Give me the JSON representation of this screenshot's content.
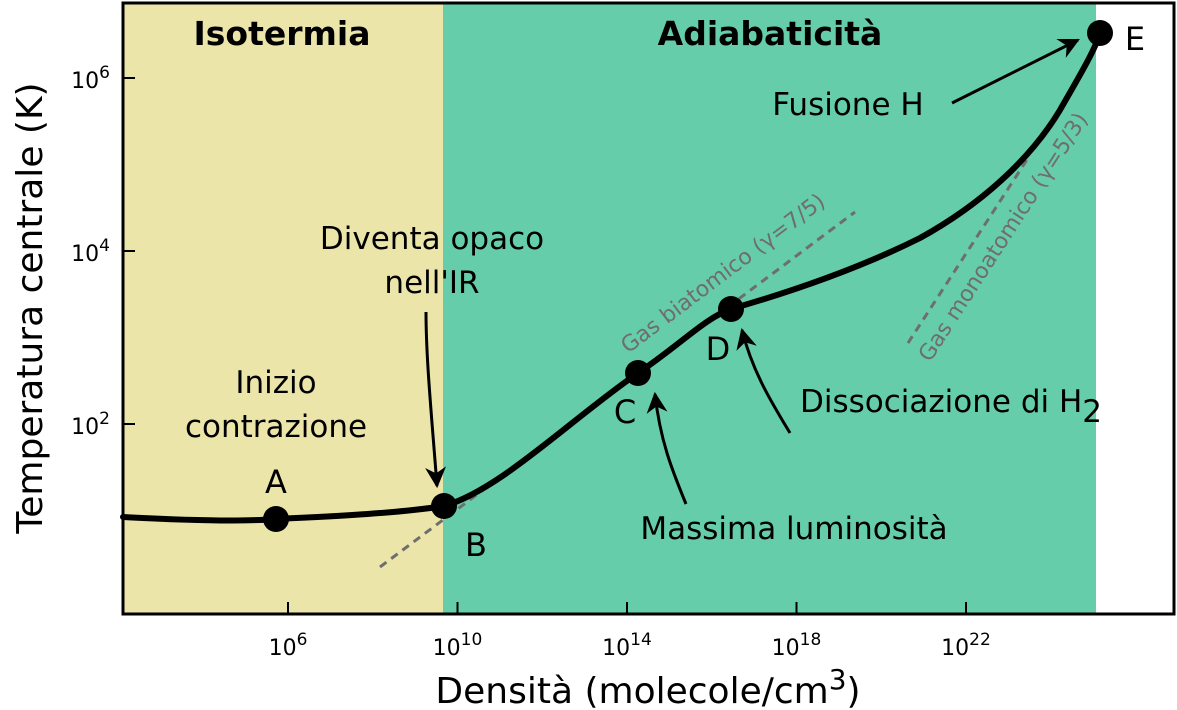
{
  "regions": {
    "isothermal": {
      "label": "Isotermia",
      "color": "#ece5a9"
    },
    "adiabatic": {
      "label": "Adiabaticità",
      "color": "#66cdaa"
    }
  },
  "axes": {
    "xlabel_main": "Densità (molecole/cm",
    "xlabel_sup": "3",
    "xlabel_end": ")",
    "ylabel": "Temperatura centrale (K)",
    "x_ticks": [
      {
        "base": "10",
        "exp": "6",
        "value": 6
      },
      {
        "base": "10",
        "exp": "10",
        "value": 10
      },
      {
        "base": "10",
        "exp": "14",
        "value": 14
      },
      {
        "base": "10",
        "exp": "18",
        "value": 18
      },
      {
        "base": "10",
        "exp": "22",
        "value": 22
      }
    ],
    "y_ticks": [
      {
        "base": "10",
        "exp": "2",
        "value": 2
      },
      {
        "base": "10",
        "exp": "4",
        "value": 4
      },
      {
        "base": "10",
        "exp": "6",
        "value": 6
      }
    ],
    "log_x": true,
    "log_y": true
  },
  "points": [
    {
      "id": "A",
      "label": "A"
    },
    {
      "id": "B",
      "label": "B"
    },
    {
      "id": "C",
      "label": "C"
    },
    {
      "id": "D",
      "label": "D"
    },
    {
      "id": "E",
      "label": "E"
    }
  ],
  "annotations": {
    "inizio_1": "Inizio",
    "inizio_2": "contrazione",
    "opaco_1": "Diventa opaco",
    "opaco_2": "nell'IR",
    "massima": "Massima luminosità",
    "dissociazione": "Dissociazione di H",
    "dissociazione_sub": "2",
    "fusione": "Fusione H",
    "gas_bi": "Gas biatomico (γ=7/5)",
    "gas_mono": "Gas monoatomico (γ=5/3)"
  }
}
